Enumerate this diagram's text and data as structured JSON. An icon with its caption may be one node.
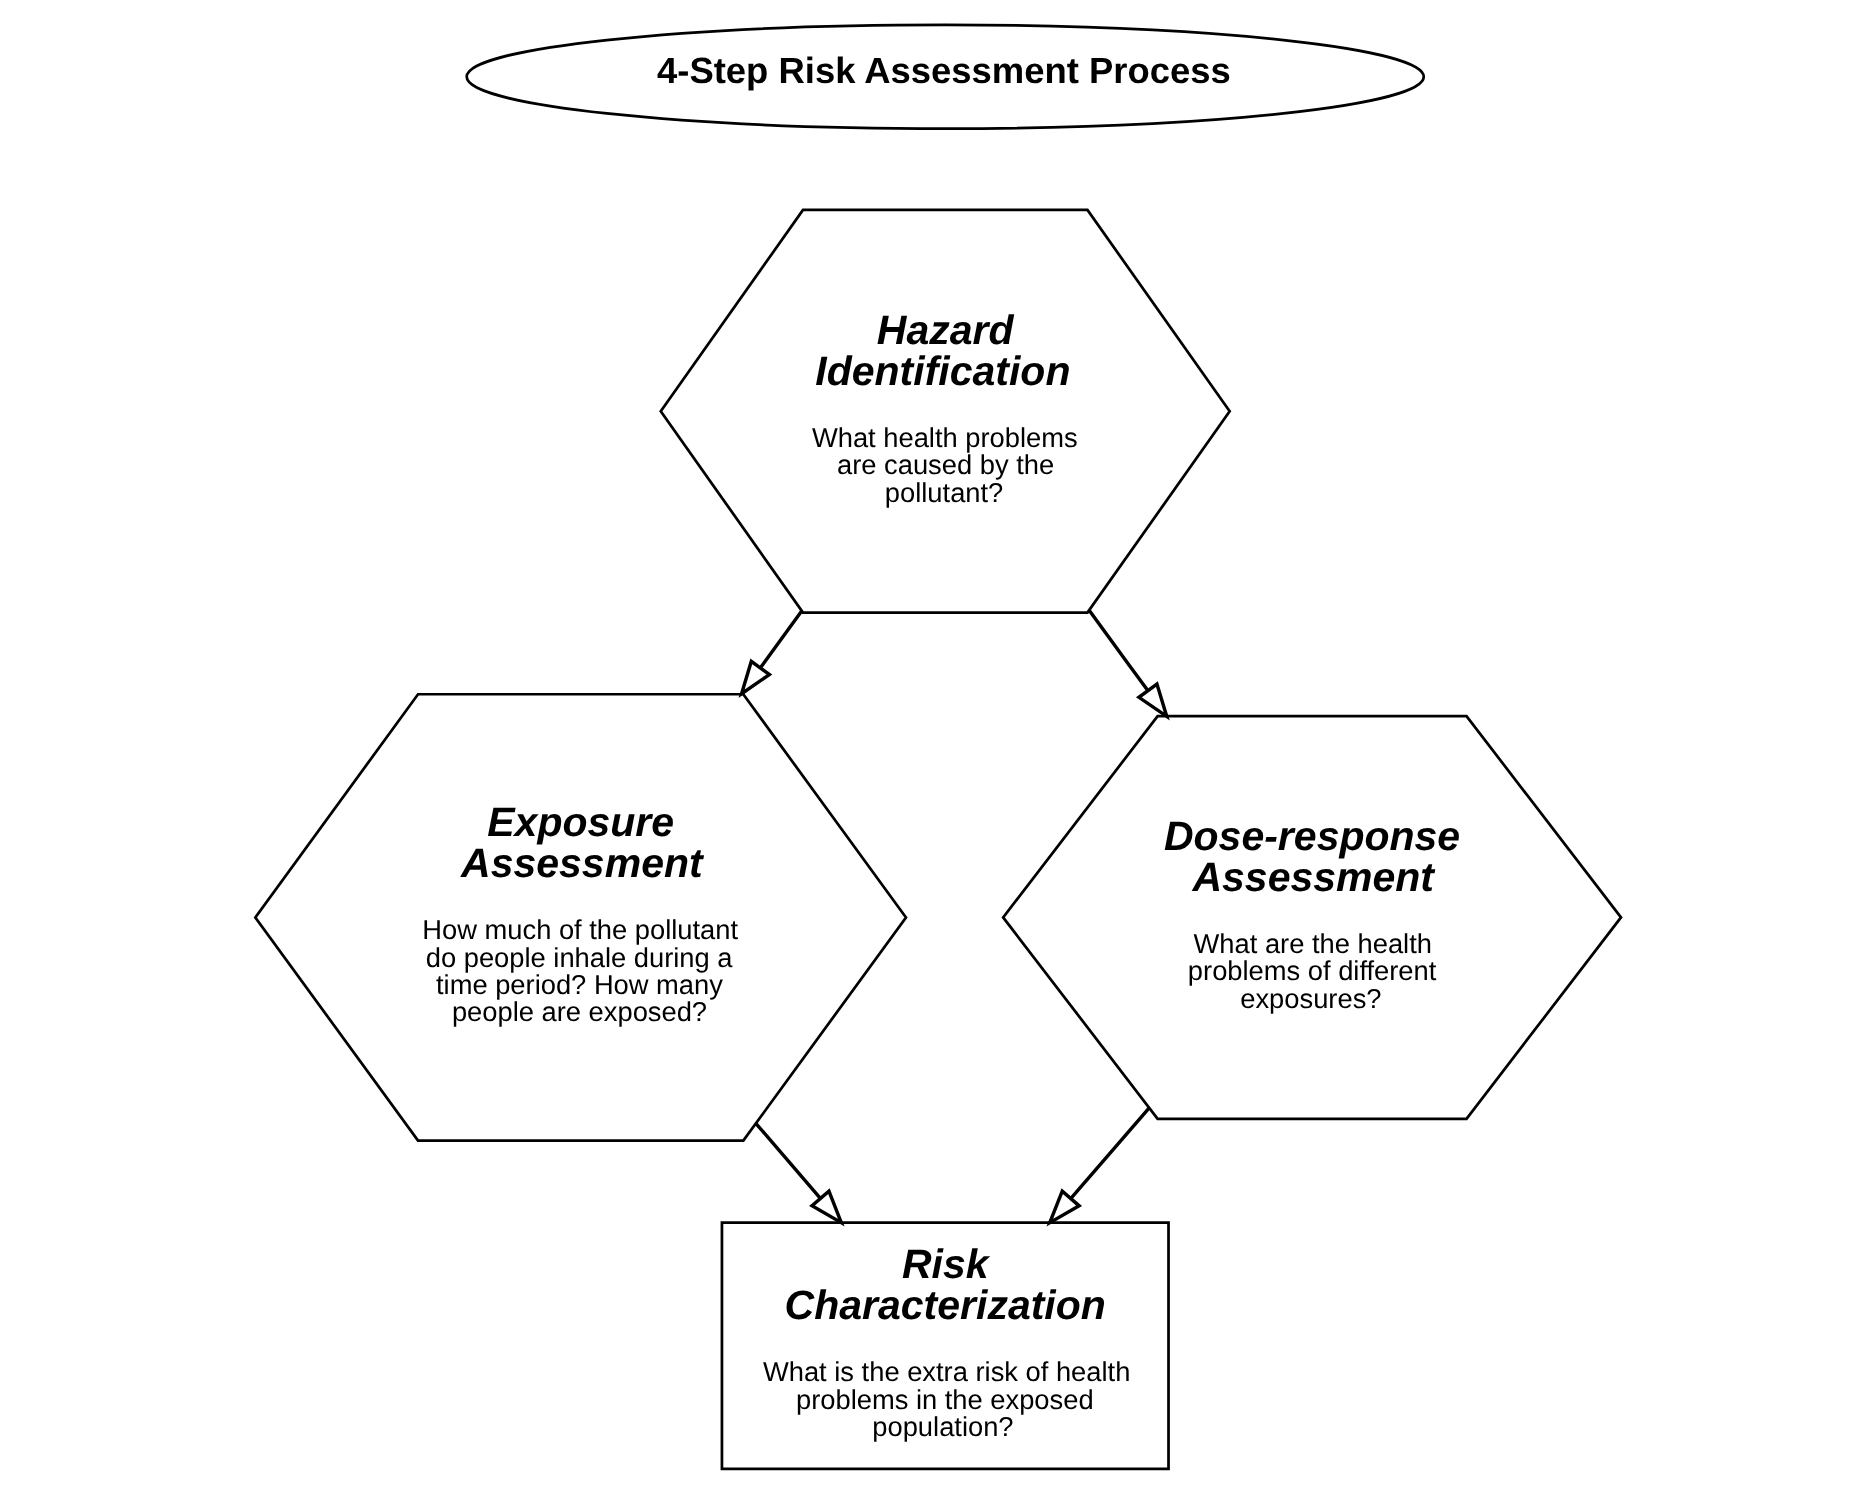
{
  "diagram": {
    "nodes": [
      {
        "text": [
          "4-Step Risk Assessment Process"
        ]
      },
      {
        "text": [
          "Hazard Identification",
          "What health problems are caused by the pollutant?"
        ]
      },
      {
        "text": [
          "Exposure Assessment",
          "How much of the pollutant do people inhale during a time period? How many people are exposed?"
        ]
      },
      {
        "text": [
          "Dose-response Assessment",
          "What are the health problems of different exposures?"
        ]
      },
      {
        "text": [
          "Risk Characterization",
          "What is the extra risk of health problems in the exposed population?"
        ]
      }
    ],
    "edges": [
      {
        "from": 1,
        "to": 2,
        "arrow": "to"
      },
      {
        "from": 1,
        "to": 3,
        "arrow": "to"
      },
      {
        "from": 2,
        "to": 4,
        "arrow": "to"
      },
      {
        "from": 3,
        "to": 4,
        "arrow": "to"
      }
    ]
  }
}
